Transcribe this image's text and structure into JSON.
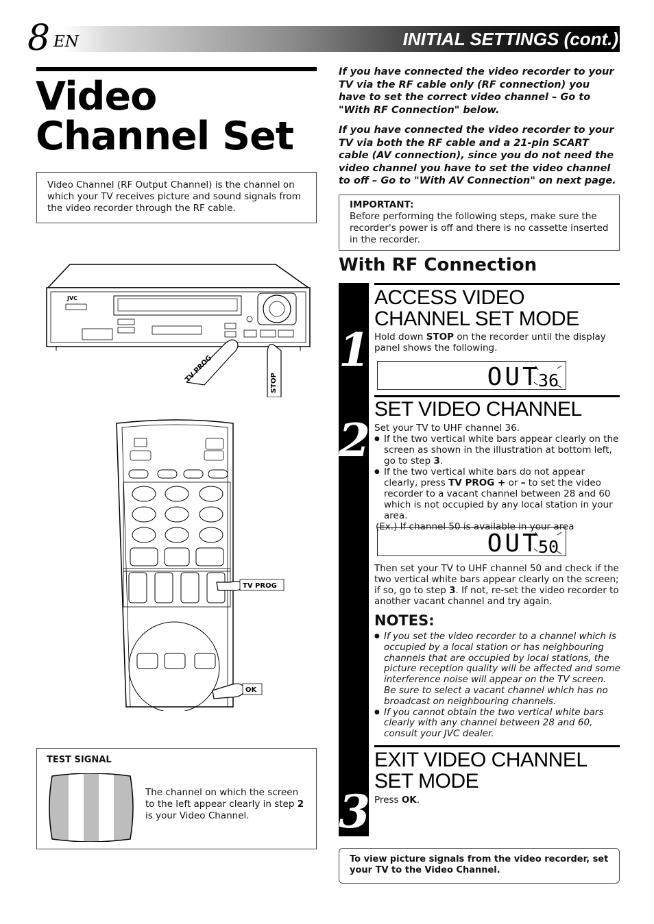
{
  "header": {
    "page_number": "8",
    "lang": "EN",
    "section_title": "INITIAL SETTINGS (cont.)"
  },
  "title": {
    "line1": "Video",
    "line2": "Channel Set"
  },
  "intro": "Video Channel (RF Output Channel) is the channel on which your TV receives picture and sound signals from the video recorder through the RF cable.",
  "illustration_labels": {
    "brand": "JVC",
    "tv_prog": "TV PROG",
    "stop": "STOP",
    "remote_tv_prog": "TV PROG",
    "ok": "OK"
  },
  "right_intro": {
    "para1": "If you have connected the video recorder to your TV via the RF cable only (RF connection) you have to set the correct video channel – Go to \"With RF Connection\" below.",
    "para2": "If you have connected the video recorder to your TV via both the RF cable and a 21-pin SCART cable (AV connection), since you do not need the video channel you have to set the video channel to off – Go to \"With AV Connection\" on next page."
  },
  "important": {
    "label": "IMPORTANT:",
    "text": "Before performing the following steps, make sure the recorder's power is off and there is no cassette inserted in the recorder."
  },
  "rf_heading": "With RF Connection",
  "steps": [
    {
      "number": "1",
      "title": "ACCESS VIDEO CHANNEL SET MODE",
      "body_pre": "Hold down ",
      "body_bold": "STOP",
      "body_post": " on the recorder until the display panel shows the following.",
      "lcd_main": "_OUT",
      "lcd_small": "36"
    },
    {
      "number": "2",
      "title": "SET VIDEO CHANNEL",
      "intro": "Set your TV to UHF channel 36.",
      "bullet1_pre": "If the two vertical white bars appear clearly on the screen as shown in the illustration at bottom left, go to step ",
      "bullet1_bold": "3",
      "bullet1_post": ".",
      "bullet2_pre": "If the two vertical white bars do not appear clearly, press ",
      "bullet2_bold1": "TV PROG +",
      "bullet2_mid": " or ",
      "bullet2_bold2": "–",
      "bullet2_post": " to set the video recorder to a vacant channel between 28 and 60 which is not occupied by any local station in your area.",
      "example": "(Ex.) If channel 50 is available in your area",
      "lcd_main": "_OUT",
      "lcd_small": "50",
      "after_pre": "Then set your TV to UHF channel 50 and check if the two vertical white bars appear clearly on the screen; if so, go to step ",
      "after_bold": "3",
      "after_post": ". If not, re-set the video recorder to another vacant channel and try again."
    },
    {
      "number": "3",
      "title": "EXIT VIDEO CHANNEL SET MODE",
      "body_pre": "Press ",
      "body_bold": "OK",
      "body_post": "."
    }
  ],
  "notes": {
    "heading": "NOTES:",
    "items": [
      "If you set the video recorder to a channel which is occupied by a local station or has neighbouring channels that are occupied by local stations, the picture reception quality will be affected and some interference noise will appear on the TV screen. Be sure to select a vacant channel which has no broadcast on neighbouring channels.",
      "If you cannot obtain the two vertical white bars clearly with any channel between 28 and 60, consult your JVC dealer."
    ]
  },
  "test_signal": {
    "label": "TEST SIGNAL",
    "text_pre": "The channel on which the screen to the left appear clearly in step ",
    "text_bold": "2",
    "text_post": " is your Video Channel."
  },
  "bottom_note": "To view picture signals from the video recorder, set your TV to the Video Channel."
}
